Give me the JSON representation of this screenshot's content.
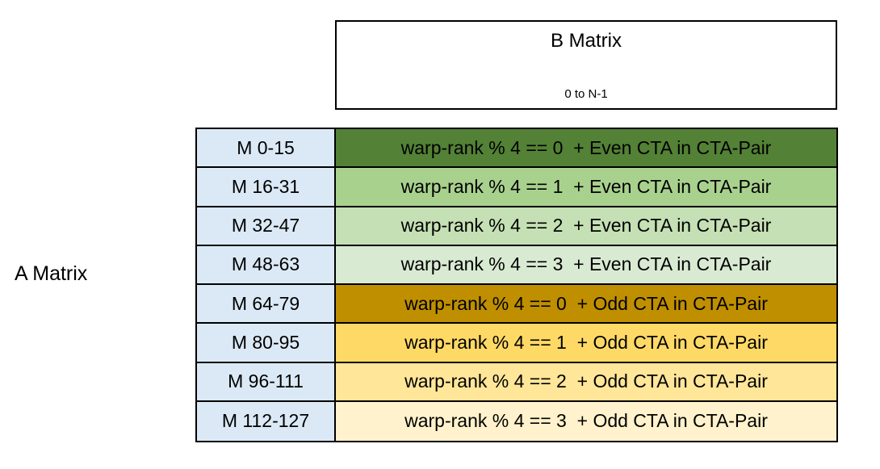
{
  "b_matrix": {
    "title": "B Matrix",
    "subtitle": "0 to N-1"
  },
  "a_matrix": {
    "label": "A Matrix"
  },
  "table": {
    "label_column_color": "#dbe9f6",
    "columns": [
      "m-range",
      "warp-rank-mapping"
    ],
    "rows": [
      {
        "m_range": "M 0-15",
        "description": "warp-rank % 4 == 0  + Even CTA in CTA-Pair",
        "color": "#538135"
      },
      {
        "m_range": "M 16-31",
        "description": "warp-rank % 4 == 1  + Even CTA in CTA-Pair",
        "color": "#a9d18e"
      },
      {
        "m_range": "M 32-47",
        "description": "warp-rank % 4 == 2  + Even CTA in CTA-Pair",
        "color": "#c5e0b4"
      },
      {
        "m_range": "M 48-63",
        "description": "warp-rank % 4 == 3  + Even CTA in CTA-Pair",
        "color": "#d9ead3"
      },
      {
        "m_range": "M 64-79",
        "description": "warp-rank % 4 == 0  + Odd CTA in CTA-Pair",
        "color": "#bf8f00"
      },
      {
        "m_range": "M 80-95",
        "description": "warp-rank % 4 == 1  + Odd CTA in CTA-Pair",
        "color": "#ffd966"
      },
      {
        "m_range": "M 96-111",
        "description": "warp-rank % 4 == 2  + Odd CTA in CTA-Pair",
        "color": "#ffe699"
      },
      {
        "m_range": "M 112-127",
        "description": "warp-rank % 4 == 3  + Odd CTA in CTA-Pair",
        "color": "#fff2cc"
      }
    ]
  }
}
